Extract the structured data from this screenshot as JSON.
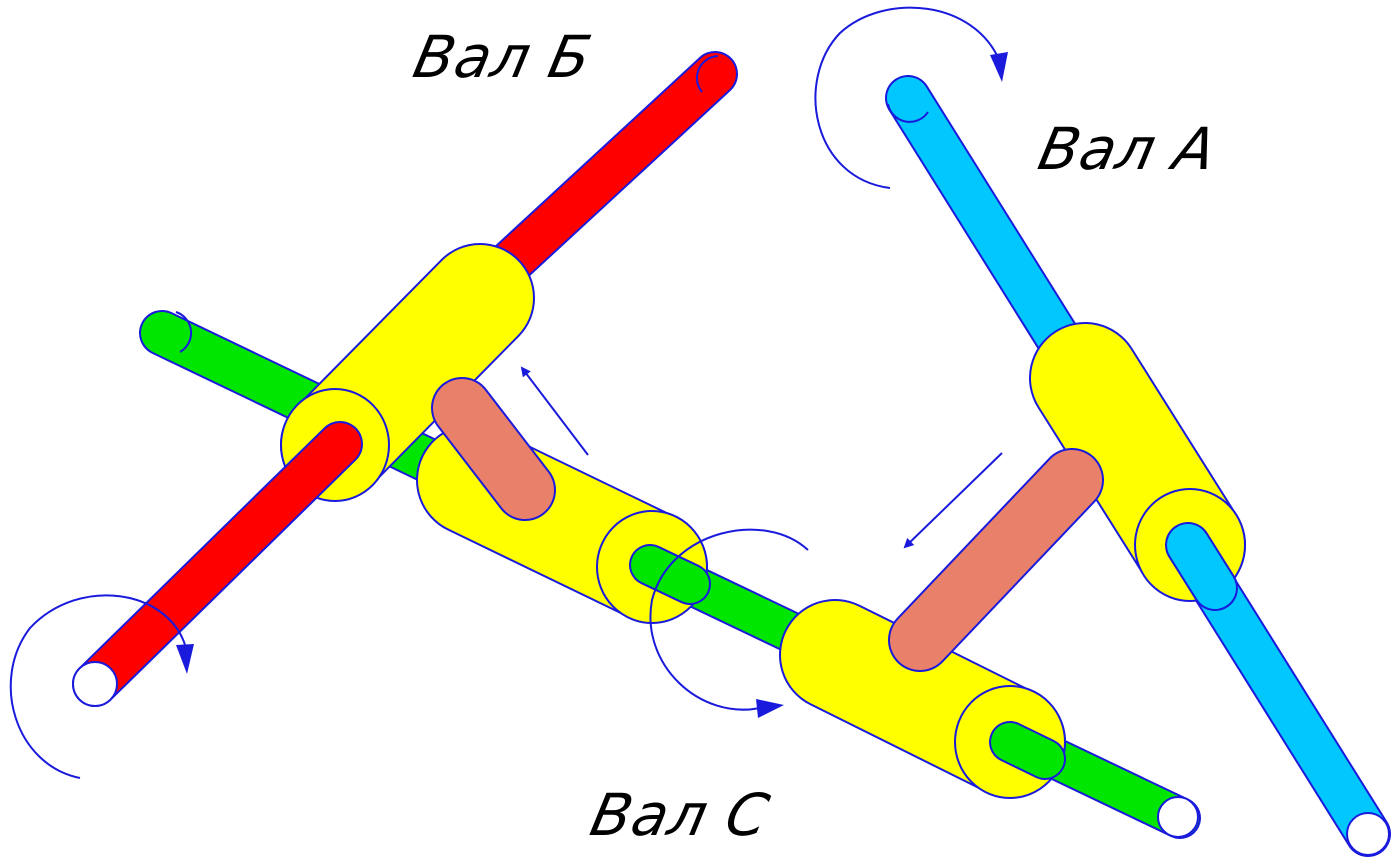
{
  "labels": {
    "shaft_b": "Вал Б",
    "shaft_a": "Вал А",
    "shaft_c": "Вал С"
  },
  "colors": {
    "shaft_b": "#ff0000",
    "shaft_a": "#00c8ff",
    "shaft_c": "#00e600",
    "collar": "#ffff00",
    "link": "#e8806a",
    "outline": "#1a1adc",
    "background": "#ffffff"
  }
}
